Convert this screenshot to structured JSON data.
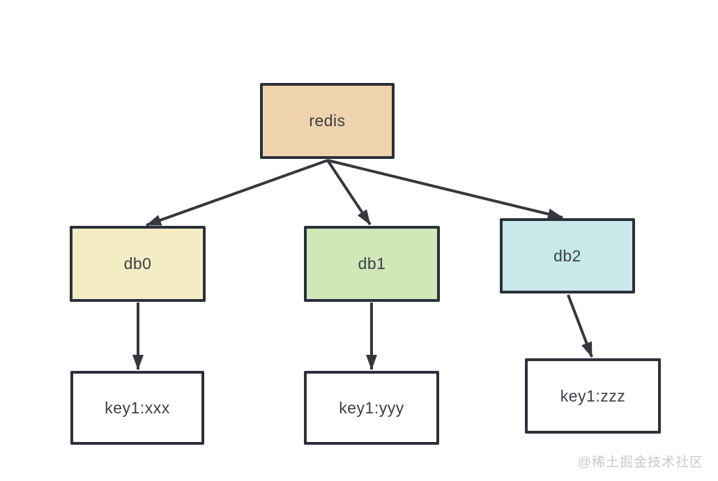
{
  "diagram": {
    "nodes": {
      "redis": {
        "label": "redis",
        "fill": "#eed3ae"
      },
      "db0": {
        "label": "db0",
        "fill": "#f4edc3"
      },
      "db1": {
        "label": "db1",
        "fill": "#d0e7b7"
      },
      "db2": {
        "label": "db2",
        "fill": "#c9e8ea"
      },
      "key_xxx": {
        "label": "key1:xxx",
        "fill": "#ffffff"
      },
      "key_yyy": {
        "label": "key1:yyy",
        "fill": "#ffffff"
      },
      "key_zzz": {
        "label": "key1:zzz",
        "fill": "#ffffff"
      }
    },
    "edges": [
      {
        "from": "redis",
        "to": "db0"
      },
      {
        "from": "redis",
        "to": "db1"
      },
      {
        "from": "redis",
        "to": "db2"
      },
      {
        "from": "db0",
        "to": "key_xxx"
      },
      {
        "from": "db1",
        "to": "key_yyy"
      },
      {
        "from": "db2",
        "to": "key_zzz"
      }
    ],
    "colors": {
      "background": "#ffffff",
      "node_border": "#2b303b",
      "arrow": "#34383d",
      "node_text": "#3c4046",
      "watermark_text": "#c9c9c9"
    },
    "watermark": "@稀土掘金技术社区"
  }
}
